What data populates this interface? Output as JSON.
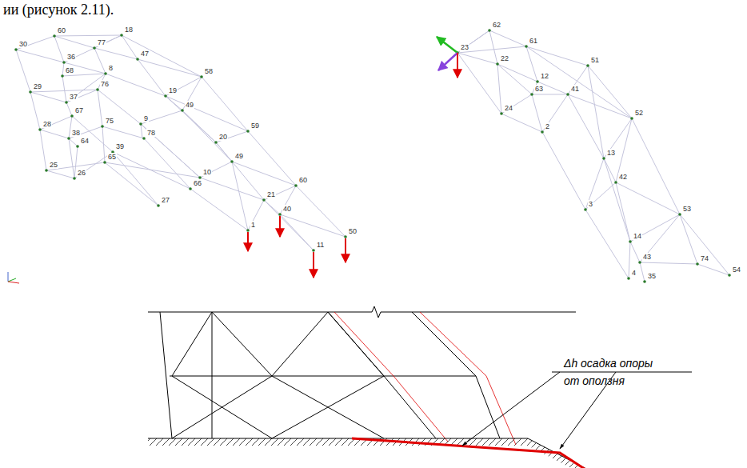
{
  "diagram": {
    "labels": [
      "ии (рисунок 2.11).",
      "30",
      "60",
      "18",
      "77",
      "47",
      "36",
      "68",
      "8",
      "76",
      "58",
      "29",
      "37",
      "19",
      "49",
      "67",
      "75",
      "9",
      "59",
      "28",
      "38",
      "64",
      "78",
      "20",
      "39",
      "65",
      "49",
      "25",
      "26",
      "10",
      "66",
      "60",
      "27",
      "21",
      "40",
      "1",
      "50",
      "11",
      "62",
      "23",
      "61",
      "51",
      "22",
      "12",
      "63",
      "41",
      "24",
      "2",
      "52",
      "13",
      "42",
      "3",
      "53",
      "14",
      "43",
      "74",
      "4",
      "35",
      "54",
      "Δh осадка опоры от оползня"
    ]
  }
}
